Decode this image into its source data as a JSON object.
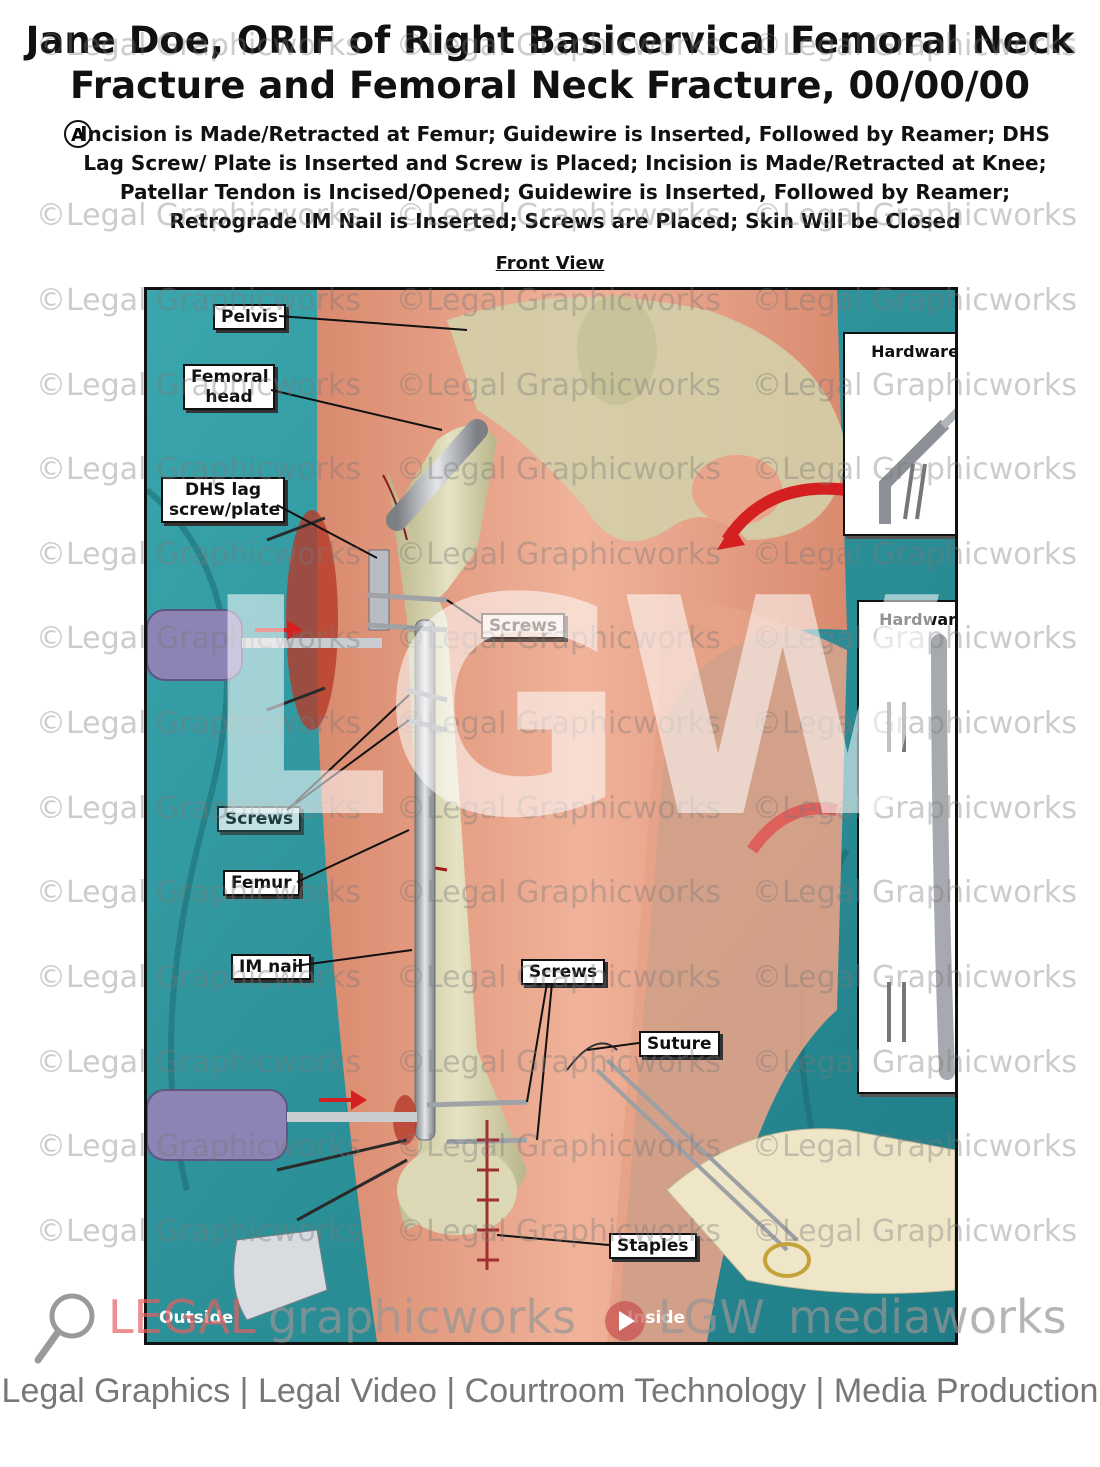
{
  "header": {
    "title_line1": "Jane Doe, ORIF of Right Basicervical Femoral Neck",
    "title_line2": "Fracture and Femoral Neck Fracture, 00/00/00",
    "marker": "A",
    "description": "Incision is Made/Retracted at Femur; Guidewire is Inserted, Followed by Reamer; DHS Lag Screw/ Plate is Inserted and Screw is Placed; Incision is Made/Retracted at Knee; Patellar Tendon is Incised/Opened; Guidewire is Inserted, Followed by Reamer; Retrograde IM Nail is Inserted; Screws are Placed; Skin Will be Closed",
    "view_label": "Front View"
  },
  "labels": {
    "pelvis": "Pelvis",
    "femoral_head": "Femoral head",
    "dhs": "DHS lag screw/plate",
    "screws_1": "Screws",
    "screws_2": "Screws",
    "femur": "Femur",
    "im_nail": "IM nail",
    "screws_3": "Screws",
    "suture": "Suture",
    "staples": "Staples",
    "outside": "Outside",
    "inside": "Inside"
  },
  "hardware": {
    "box1_title": "Hardware",
    "box2_title": "Hardware"
  },
  "watermark": {
    "text": "©Legal Graphicworks",
    "big": "LGW",
    "brand_left_1": "LEGAL",
    "brand_left_2": "graphicworks",
    "brand_right_1": "LGW",
    "brand_right_2": "mediaworks"
  },
  "footer": {
    "text": "Legal Graphics | Legal Video | Courtroom Technology | Media Production"
  },
  "colors": {
    "drape": "#2a8f98",
    "skin": "#e8a58a",
    "bone": "#d9d6b0",
    "arrow": "#d42020",
    "brand_red": "#e46060"
  }
}
